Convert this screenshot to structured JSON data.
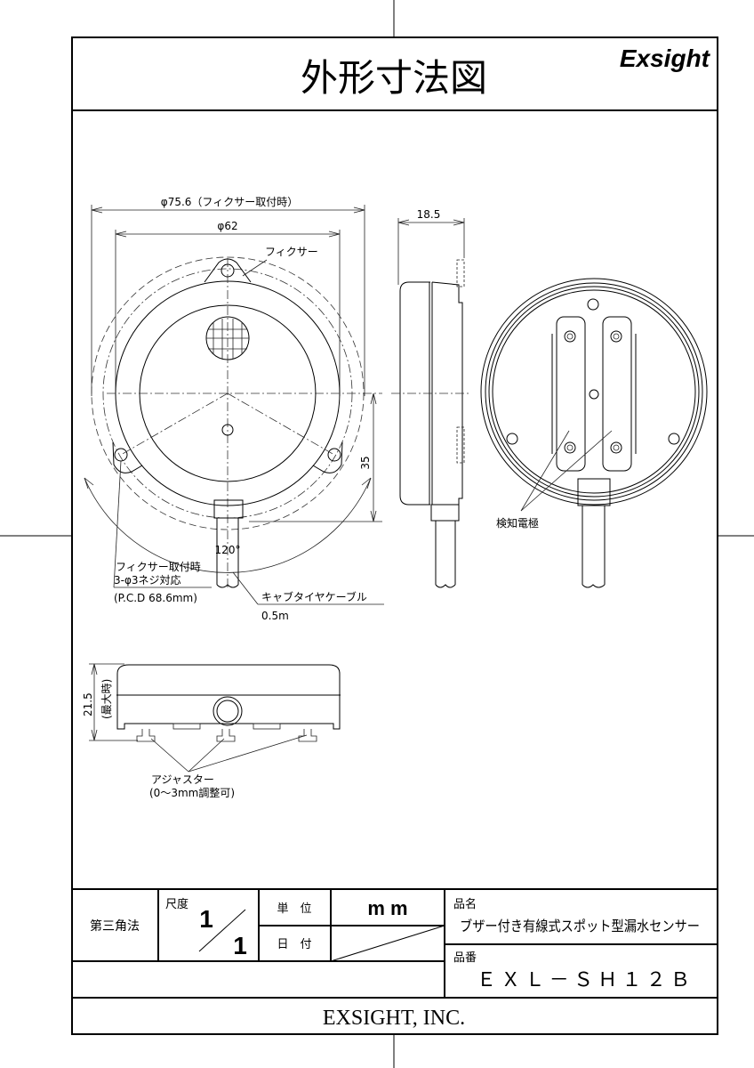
{
  "header": {
    "title": "外形寸法図",
    "brand": "Exsight"
  },
  "front_view": {
    "dim_outer": "φ75.6（フィクサー取付時）",
    "dim_body": "φ62",
    "fixer_label": "フィクサー",
    "dim_height": "35",
    "angle": "120°",
    "mount_note_line1": "フィクサー取付時",
    "mount_note_line2": "3-φ3ネジ対応",
    "mount_note_line3": "(P.C.D 68.6mm)",
    "cable_label": "キャブタイヤケーブル",
    "cable_length": "0.5m"
  },
  "side_view": {
    "dim_depth": "18.5"
  },
  "back_view": {
    "electrode_label": "検知電極"
  },
  "bottom_view": {
    "dim_height": "21.5",
    "dim_height_note": "(最大時)",
    "adjuster_label": "アジャスター",
    "adjuster_note": "(0〜3mm調整可)"
  },
  "title_block": {
    "projection": "第三角法",
    "scale_label": "尺度",
    "scale_num": "1",
    "scale_den": "1",
    "unit_label": "単　位",
    "unit_value": "m m",
    "date_label": "日　付",
    "date_value": "",
    "product_name_label": "品名",
    "product_name": "ブザー付き有線式スポット型漏水センサー",
    "part_number_label": "品番",
    "part_number": "ＥＸＬ－ＳＨ１２Ｂ",
    "company": "EXSIGHT, INC."
  }
}
